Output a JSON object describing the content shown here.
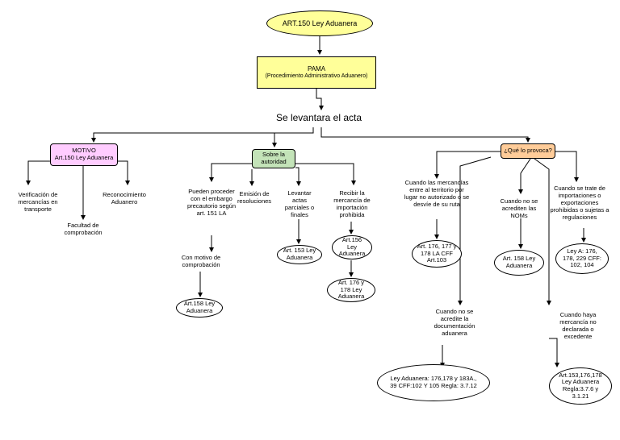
{
  "title": "ART.150 Ley Aduanera",
  "pama": {
    "line1": "PAMA",
    "line2": "(Procedimiento Administrativo Aduanero)"
  },
  "levantara": "Se levantara el acta",
  "motivo": {
    "line1": "MOTIVO",
    "line2": "Art.150 Ley Aduanera",
    "children": {
      "verificacion": "Verificación de mercancías en transporte",
      "facultad": "Facultad de comprobación",
      "reconocimiento": "Reconocimiento Aduanero"
    }
  },
  "sobre": {
    "label": "Sobre la autoridad",
    "children": {
      "pueden": "Pueden proceder con el embargo precautorio según art. 151 LA",
      "conmotivo": "Con motivo de comprobación",
      "art158a": "Art.158 Ley Aduanera",
      "emision": "Emisión de resoluciones",
      "levantar": "Levantar actas parciales o finales",
      "art153": "Art. 153 Ley Aduanera",
      "recibir": "Recibir la mercancía de importación prohibida",
      "art156": "Art.156 Ley Aduanera",
      "art176": "Art. 176 y 178 Ley Aduanera"
    }
  },
  "provoca": {
    "label": "¿Qué lo provoca?",
    "children": {
      "cuandolas": "Cuando las mercancías entre al territorio por lugar no autorizado o se desvíe de su ruta",
      "art176177": "Art. 176, 177 y 178 LA CFF Art.103",
      "noms": "Cuando no se acrediten las NOMs",
      "art158b": "Art. 158 Ley Aduanera",
      "importaciones": "Cuando se trate de importaciones o exportaciones prohibidas o sujetas a regulaciones",
      "leya": "Ley A: 176, 178, 229 CFF: 102, 104",
      "documentacion": "Cuando no se acredite la documentación aduanera",
      "leyaduanera": "Ley Aduanera: 176,178 y 183A., 39 CFF:102 Y 105 Regla: 3.7.12",
      "cuandohaya": "Cuando haya mercancía no declarada o excedente",
      "art153178": "Art.153,176,178 Ley Aduanera Regla:3.7.6 y 3.1.21"
    }
  },
  "colors": {
    "title_fill": "#ffff99",
    "pama_fill": "#ffff99",
    "motivo_fill": "#ffccff",
    "sobre_fill": "#c3e3b8",
    "provoca_fill": "#ffcc99"
  }
}
